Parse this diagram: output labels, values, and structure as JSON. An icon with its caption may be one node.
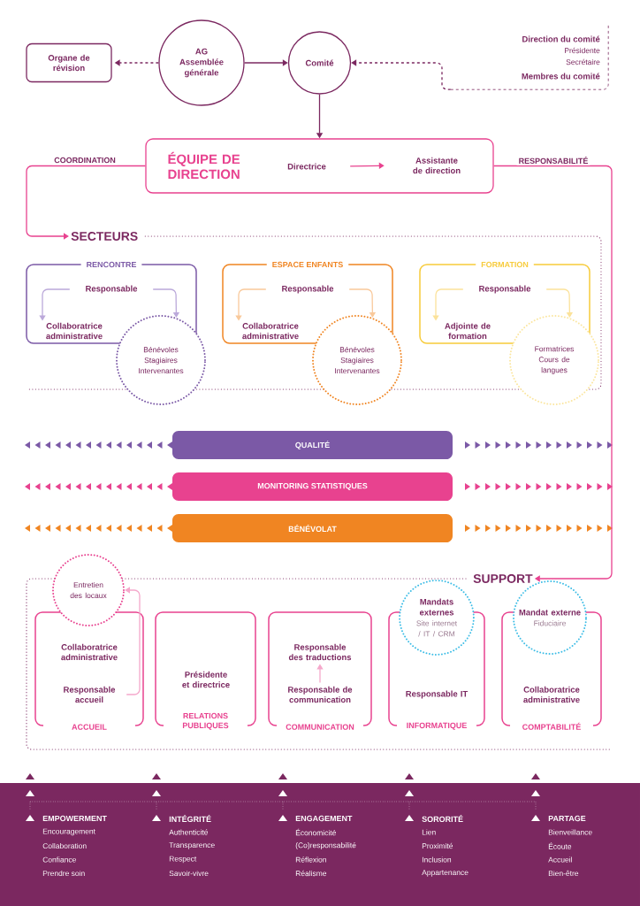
{
  "diagram": {
    "nodes": [
      {
        "text": [
          "Organe de révision"
        ]
      },
      {
        "text": [
          "AG Assemblée générale"
        ]
      },
      {
        "text": [
          "Comité"
        ]
      },
      {
        "text": [
          "Direction du comité",
          "Présidente",
          "Secrétaire",
          "Membres du comité"
        ]
      },
      {
        "text": [
          "ÉQUIPE DE DIRECTION"
        ]
      },
      {
        "text": [
          "Directrice"
        ],
        "in": 4
      },
      {
        "text": [
          "Assistante de direction"
        ],
        "in": 4
      },
      {
        "text": [
          "SECTEURS"
        ]
      },
      {
        "text": [
          "RENCONTRE"
        ],
        "in": 7
      },
      {
        "text": [
          "Responsable"
        ],
        "in": 8
      },
      {
        "text": [
          "Collaboratrice administrative"
        ],
        "in": 8
      },
      {
        "text": [
          "Bénévoles Stagiaires Intervenantes"
        ]
      },
      {
        "text": [
          "ESPACE ENFANTS"
        ],
        "in": 7
      },
      {
        "text": [
          "Responsable"
        ],
        "in": 12
      },
      {
        "text": [
          "Collaboratrice administrative"
        ],
        "in": 12
      },
      {
        "text": [
          "Bénévoles Stagiaires Intervenantes"
        ]
      },
      {
        "text": [
          "FORMATION"
        ],
        "in": 7
      },
      {
        "text": [
          "Responsable"
        ],
        "in": 16
      },
      {
        "text": [
          "Adjointe de formation"
        ],
        "in": 16
      },
      {
        "text": [
          "Formatrices Cours de langues"
        ]
      },
      {
        "text": [
          "QUALITÉ"
        ]
      },
      {
        "text": [
          "MONITORING STATISTIQUES"
        ]
      },
      {
        "text": [
          "BÉNÉVOLAT"
        ]
      },
      {
        "text": [
          "SUPPORT"
        ]
      },
      {
        "text": [
          "Entretien des locaux"
        ]
      },
      {
        "text": [
          "ACCUEIL"
        ],
        "in": 23
      },
      {
        "text": [
          "Collaboratrice administrative"
        ],
        "in": 25
      },
      {
        "text": [
          "Responsable accueil"
        ],
        "in": 25
      },
      {
        "text": [
          "RELATIONS PUBLIQUES"
        ],
        "in": 23
      },
      {
        "text": [
          "Présidente et directrice"
        ],
        "in": 28
      },
      {
        "text": [
          "COMMUNICATION"
        ],
        "in": 23
      },
      {
        "text": [
          "Responsable des traductions"
        ],
        "in": 30
      },
      {
        "text": [
          "Responsable de communication"
        ],
        "in": 30
      },
      {
        "text": [
          "INFORMATIQUE"
        ],
        "in": 23
      },
      {
        "text": [
          "Mandats externes",
          "Site internet / IT / CRM"
        ],
        "in": 23
      },
      {
        "text": [
          "Responsable IT"
        ],
        "in": 33
      },
      {
        "text": [
          "COMPTABILITÉ"
        ],
        "in": 23
      },
      {
        "text": [
          "Mandat externe",
          "Fiduciaire"
        ],
        "in": 23
      },
      {
        "text": [
          "Collaboratrice administrative"
        ],
        "in": 36
      }
    ],
    "edges": [
      {
        "from": 1,
        "to": 0,
        "arrow": "to",
        "style": "dashed"
      },
      {
        "from": 1,
        "to": 2,
        "arrow": "to"
      },
      {
        "from": 3,
        "to": 2,
        "arrow": "to",
        "style": "dashed"
      },
      {
        "from": 2,
        "to": 4,
        "arrow": "to"
      },
      {
        "from": 5,
        "to": 6,
        "arrow": "to",
        "color": "#e8428f"
      },
      {
        "from": 4,
        "to": 7,
        "arrow": "to",
        "label": "COORDINATION",
        "color": "#e8428f"
      },
      {
        "from": 4,
        "to": 23,
        "arrow": "to",
        "label": "RESPONSABILITÉ",
        "color": "#e8428f"
      },
      {
        "from": 9,
        "to": 10,
        "arrow": "to",
        "color": "#bba9da"
      },
      {
        "from": 9,
        "to": 11,
        "arrow": "to",
        "color": "#bba9da"
      },
      {
        "from": 13,
        "to": 14,
        "arrow": "to",
        "color": "#f9c99b"
      },
      {
        "from": 13,
        "to": 15,
        "arrow": "to",
        "color": "#f9c99b"
      },
      {
        "from": 17,
        "to": 18,
        "arrow": "to",
        "color": "#fbe29a"
      },
      {
        "from": 17,
        "to": 19,
        "arrow": "to",
        "color": "#fbe29a"
      },
      {
        "from": 27,
        "to": 24,
        "arrow": "to",
        "color": "#f5a8cb"
      },
      {
        "from": 32,
        "to": 31,
        "arrow": "to",
        "color": "#f5a8cb"
      }
    ],
    "labels": [
      "EMPOWERMENT",
      "Encouragement",
      "Collaboration",
      "Confiance",
      "Prendre soin",
      "INTÉGRITÉ",
      "Authenticité",
      "Transparence",
      "Respect",
      "Savoir-vivre",
      "ENGAGEMENT",
      "Économicité",
      "(Co)responsabilité",
      "Réflexion",
      "Réalisme",
      "SORORITÉ",
      "Lien",
      "Proximité",
      "Inclusion",
      "Appartenance",
      "PARTAGE",
      "Bienveillance",
      "Écoute",
      "Accueil",
      "Bien-être"
    ]
  }
}
